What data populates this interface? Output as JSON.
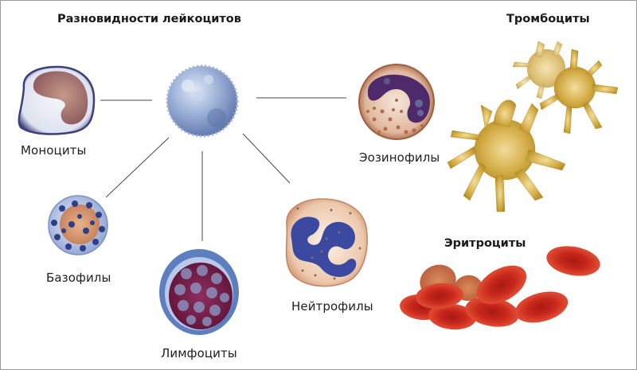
{
  "headings": {
    "leukocytes": "Разновидности лейкоцитов",
    "platelets": "Тромбоциты",
    "erythrocytes": "Эритроциты"
  },
  "labels": {
    "monocytes": "Моноциты",
    "eosinophils": "Эозинофилы",
    "basophils": "Базофилы",
    "lymphocytes": "Лимфоциты",
    "neutrophils": "Нейтрофилы"
  },
  "colors": {
    "monocyte_nucleus": "#9a6a6a",
    "monocyte_rim": "#3c3f7a",
    "stem_cell": "#8ea6cf",
    "eosinophil_body": "#c98a6a",
    "eosinophil_nucleus": "#4e2a6a",
    "basophil_body": "#b9c7e3",
    "basophil_granule": "#2e3f88",
    "lymphocyte_rim": "#5e7fbf",
    "lymphocyte_nucleus": "#7a1c49",
    "neutrophil_body": "#e7b89a",
    "neutrophil_nucleus": "#3b4aa0",
    "platelet": "#c9a23a",
    "erythrocyte": "#c8281c",
    "connector_line": "#4a4a4a"
  }
}
